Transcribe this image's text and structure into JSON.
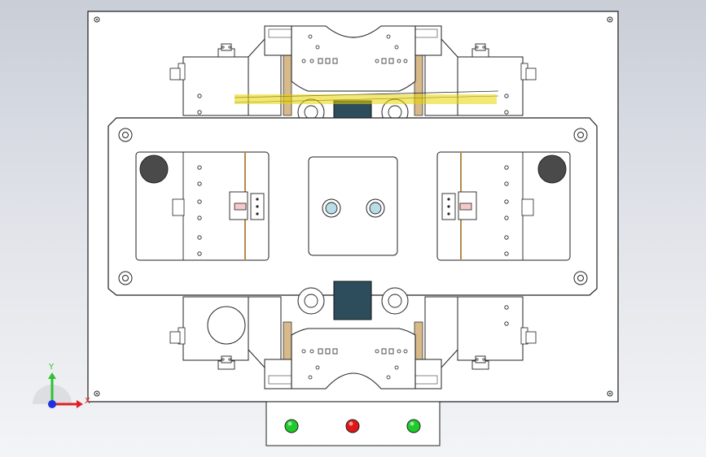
{
  "viewport": {
    "background_top": "#c9ced7",
    "background_bottom": "#f3f4f6"
  },
  "model": {
    "plate_color": "#ffffff",
    "line_color": "#202020",
    "cover_plate_color": "#2d4d5c",
    "wood_color": "#d7b98a",
    "leader_label_color": "#e8d600",
    "center_hole_color": "#b9dde6"
  },
  "control_panel": {
    "lamps": [
      {
        "name": "green-lamp-left",
        "color": "#1ecb2a"
      },
      {
        "name": "red-lamp",
        "color": "#e01717"
      },
      {
        "name": "green-lamp-right",
        "color": "#1ecb2a"
      }
    ]
  },
  "triad": {
    "x_label": "X",
    "y_label": "Y",
    "x_color": "#e02020",
    "y_color": "#30c030",
    "z_color": "#2030e0"
  }
}
